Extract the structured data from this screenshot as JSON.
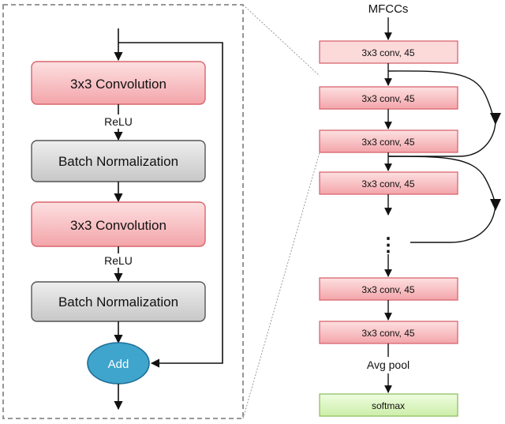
{
  "residual_block": {
    "conv1_label": "3x3 Convolution",
    "relu1_label": "ReLU",
    "bn1_label": "Batch Normalization",
    "conv2_label": "3x3 Convolution",
    "relu2_label": "ReLU",
    "bn2_label": "Batch Normalization",
    "add_label": "Add"
  },
  "network": {
    "input_label": "MFCCs",
    "layers": [
      "3x3 conv, 45",
      "3x3 conv, 45",
      "3x3 conv, 45",
      "3x3 conv, 45",
      "3x3 conv, 45",
      "3x3 conv, 45"
    ],
    "ellipsis": "⋮",
    "pool_label": "Avg pool",
    "output_label": "softmax"
  },
  "colors": {
    "conv_fill": "#f8b4b7",
    "conv_stroke": "#d9666e",
    "bn_fill": "#d4d4d4",
    "bn_stroke": "#555555",
    "add_fill": "#3fa5cc",
    "add_stroke": "#1f6f99",
    "softmax_fill": "#d9f5b8",
    "softmax_stroke": "#8fbf64",
    "panel_border": "#888888"
  },
  "icons": {
    "arrow": "arrow-down-icon"
  }
}
